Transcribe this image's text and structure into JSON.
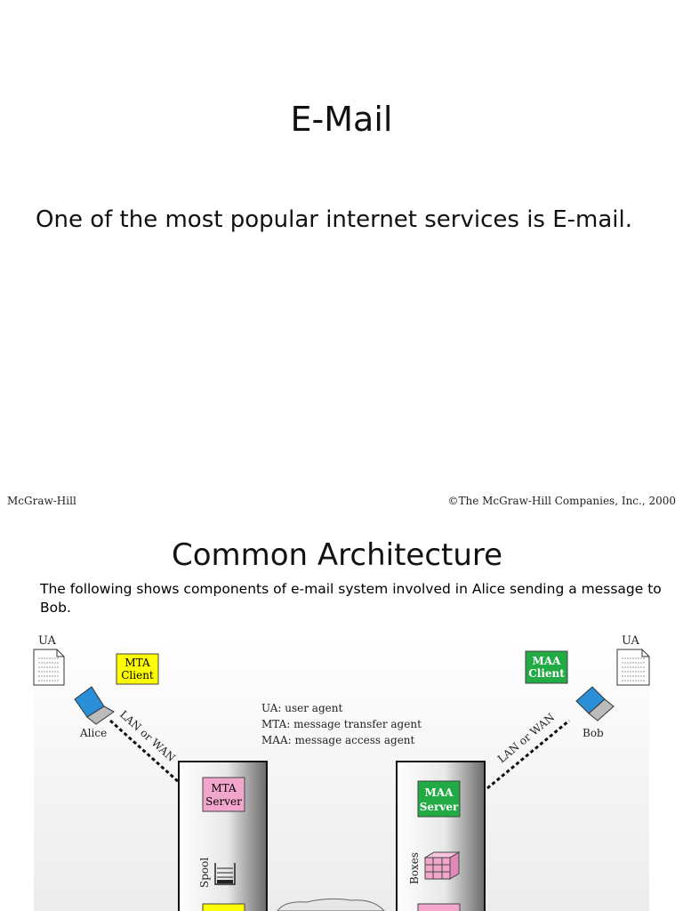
{
  "slide1": {
    "title": "E-Mail",
    "body": "One of the most popular internet services is E-mail.",
    "footer_left": "McGraw-Hill",
    "footer_right": "©The McGraw-Hill Companies, Inc., 2000"
  },
  "slide2": {
    "title": "Common Architecture",
    "body": "The following shows components of e-mail system involved in Alice sending a message to Bob.",
    "diagram": {
      "ua_left": "UA",
      "ua_right": "UA",
      "mta_client": [
        "MTA",
        "Client"
      ],
      "maa_client": [
        "MAA",
        "Client"
      ],
      "alice": "Alice",
      "bob": "Bob",
      "link_label": "LAN or WAN",
      "legend": [
        "UA: user agent",
        "MTA: message transfer agent",
        "MAA: message access agent"
      ],
      "mta_server": [
        "MTA",
        "Server"
      ],
      "maa_server": [
        "MAA",
        "Server"
      ],
      "spool": "Spool",
      "boxes": "Boxes"
    }
  },
  "colors": {
    "yellow": "#ffff00",
    "green": "#22aa44",
    "pink": "#f2a6cc",
    "laptop_screen": "#2b8fd8"
  }
}
